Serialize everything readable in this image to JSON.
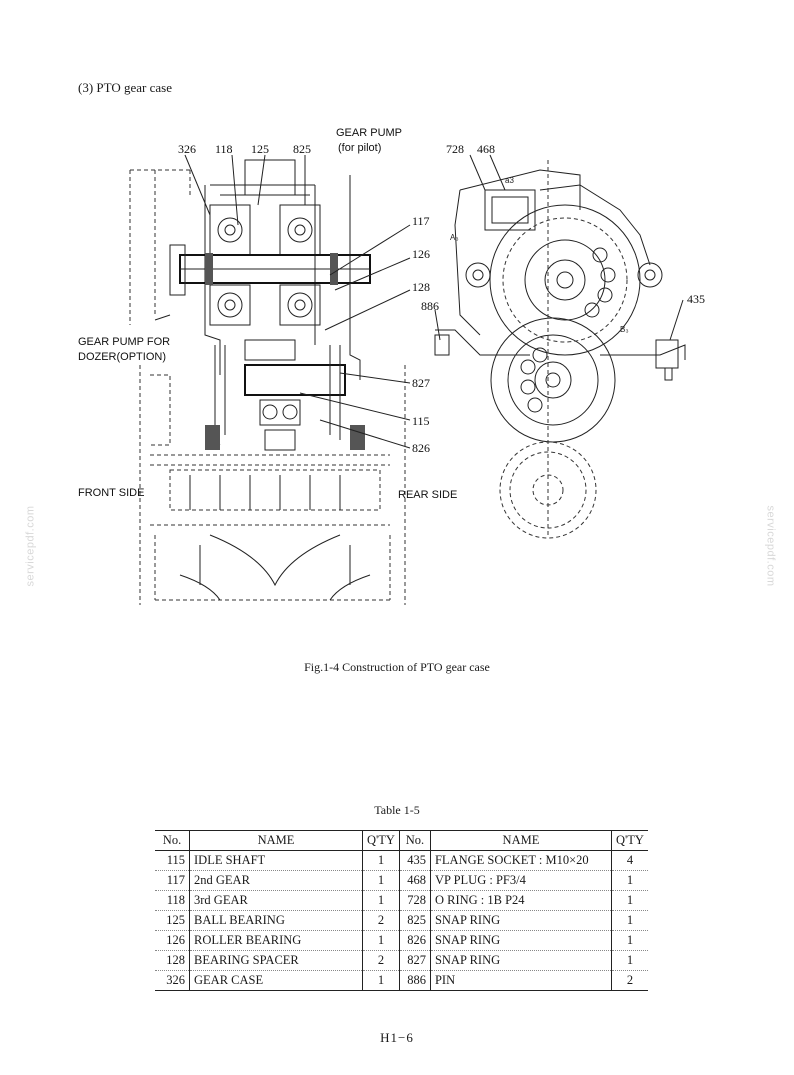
{
  "section_heading": "(3)  PTO gear case",
  "figure": {
    "labels": {
      "gear_pump_pilot_line1": "GEAR PUMP",
      "gear_pump_pilot_line2": "(for pilot)",
      "gear_pump_dozer_line1": "GEAR PUMP FOR",
      "gear_pump_dozer_line2": "DOZER(OPTION)",
      "front_side": "FRONT SIDE",
      "rear_side": "REAR SIDE",
      "a3": "A₃",
      "b3": "B₃",
      "a3_small": "a3"
    },
    "callouts": {
      "c326": "326",
      "c118": "118",
      "c125": "125",
      "c825": "825",
      "c728": "728",
      "c468": "468",
      "c117": "117",
      "c126": "126",
      "c128": "128",
      "c886": "886",
      "c435": "435",
      "c827": "827",
      "c115": "115",
      "c826": "826"
    }
  },
  "watermark": "servicepdf.com",
  "figure_caption": "Fig.1-4   Construction of PTO gear case",
  "table_caption": "Table 1-5",
  "table": {
    "headers": {
      "no": "No.",
      "name": "NAME",
      "qty": "Q'TY"
    },
    "rows": [
      {
        "no1": "115",
        "name1": "IDLE SHAFT",
        "qty1": "1",
        "no2": "435",
        "name2": "FLANGE SOCKET : M10×20",
        "qty2": "4"
      },
      {
        "no1": "117",
        "name1": "2nd GEAR",
        "qty1": "1",
        "no2": "468",
        "name2": "VP PLUG : PF3/4",
        "qty2": "1"
      },
      {
        "no1": "118",
        "name1": "3rd GEAR",
        "qty1": "1",
        "no2": "728",
        "name2": "O RING : 1B   P24",
        "qty2": "1"
      },
      {
        "no1": "125",
        "name1": "BALL BEARING",
        "qty1": "2",
        "no2": "825",
        "name2": "SNAP RING",
        "qty2": "1"
      },
      {
        "no1": "126",
        "name1": "ROLLER BEARING",
        "qty1": "1",
        "no2": "826",
        "name2": "SNAP RING",
        "qty2": "1"
      },
      {
        "no1": "128",
        "name1": "BEARING SPACER",
        "qty1": "2",
        "no2": "827",
        "name2": "SNAP RING",
        "qty2": "1"
      },
      {
        "no1": "326",
        "name1": "GEAR CASE",
        "qty1": "1",
        "no2": "886",
        "name2": "PIN",
        "qty2": "2"
      }
    ]
  },
  "page_number": "H1−6"
}
